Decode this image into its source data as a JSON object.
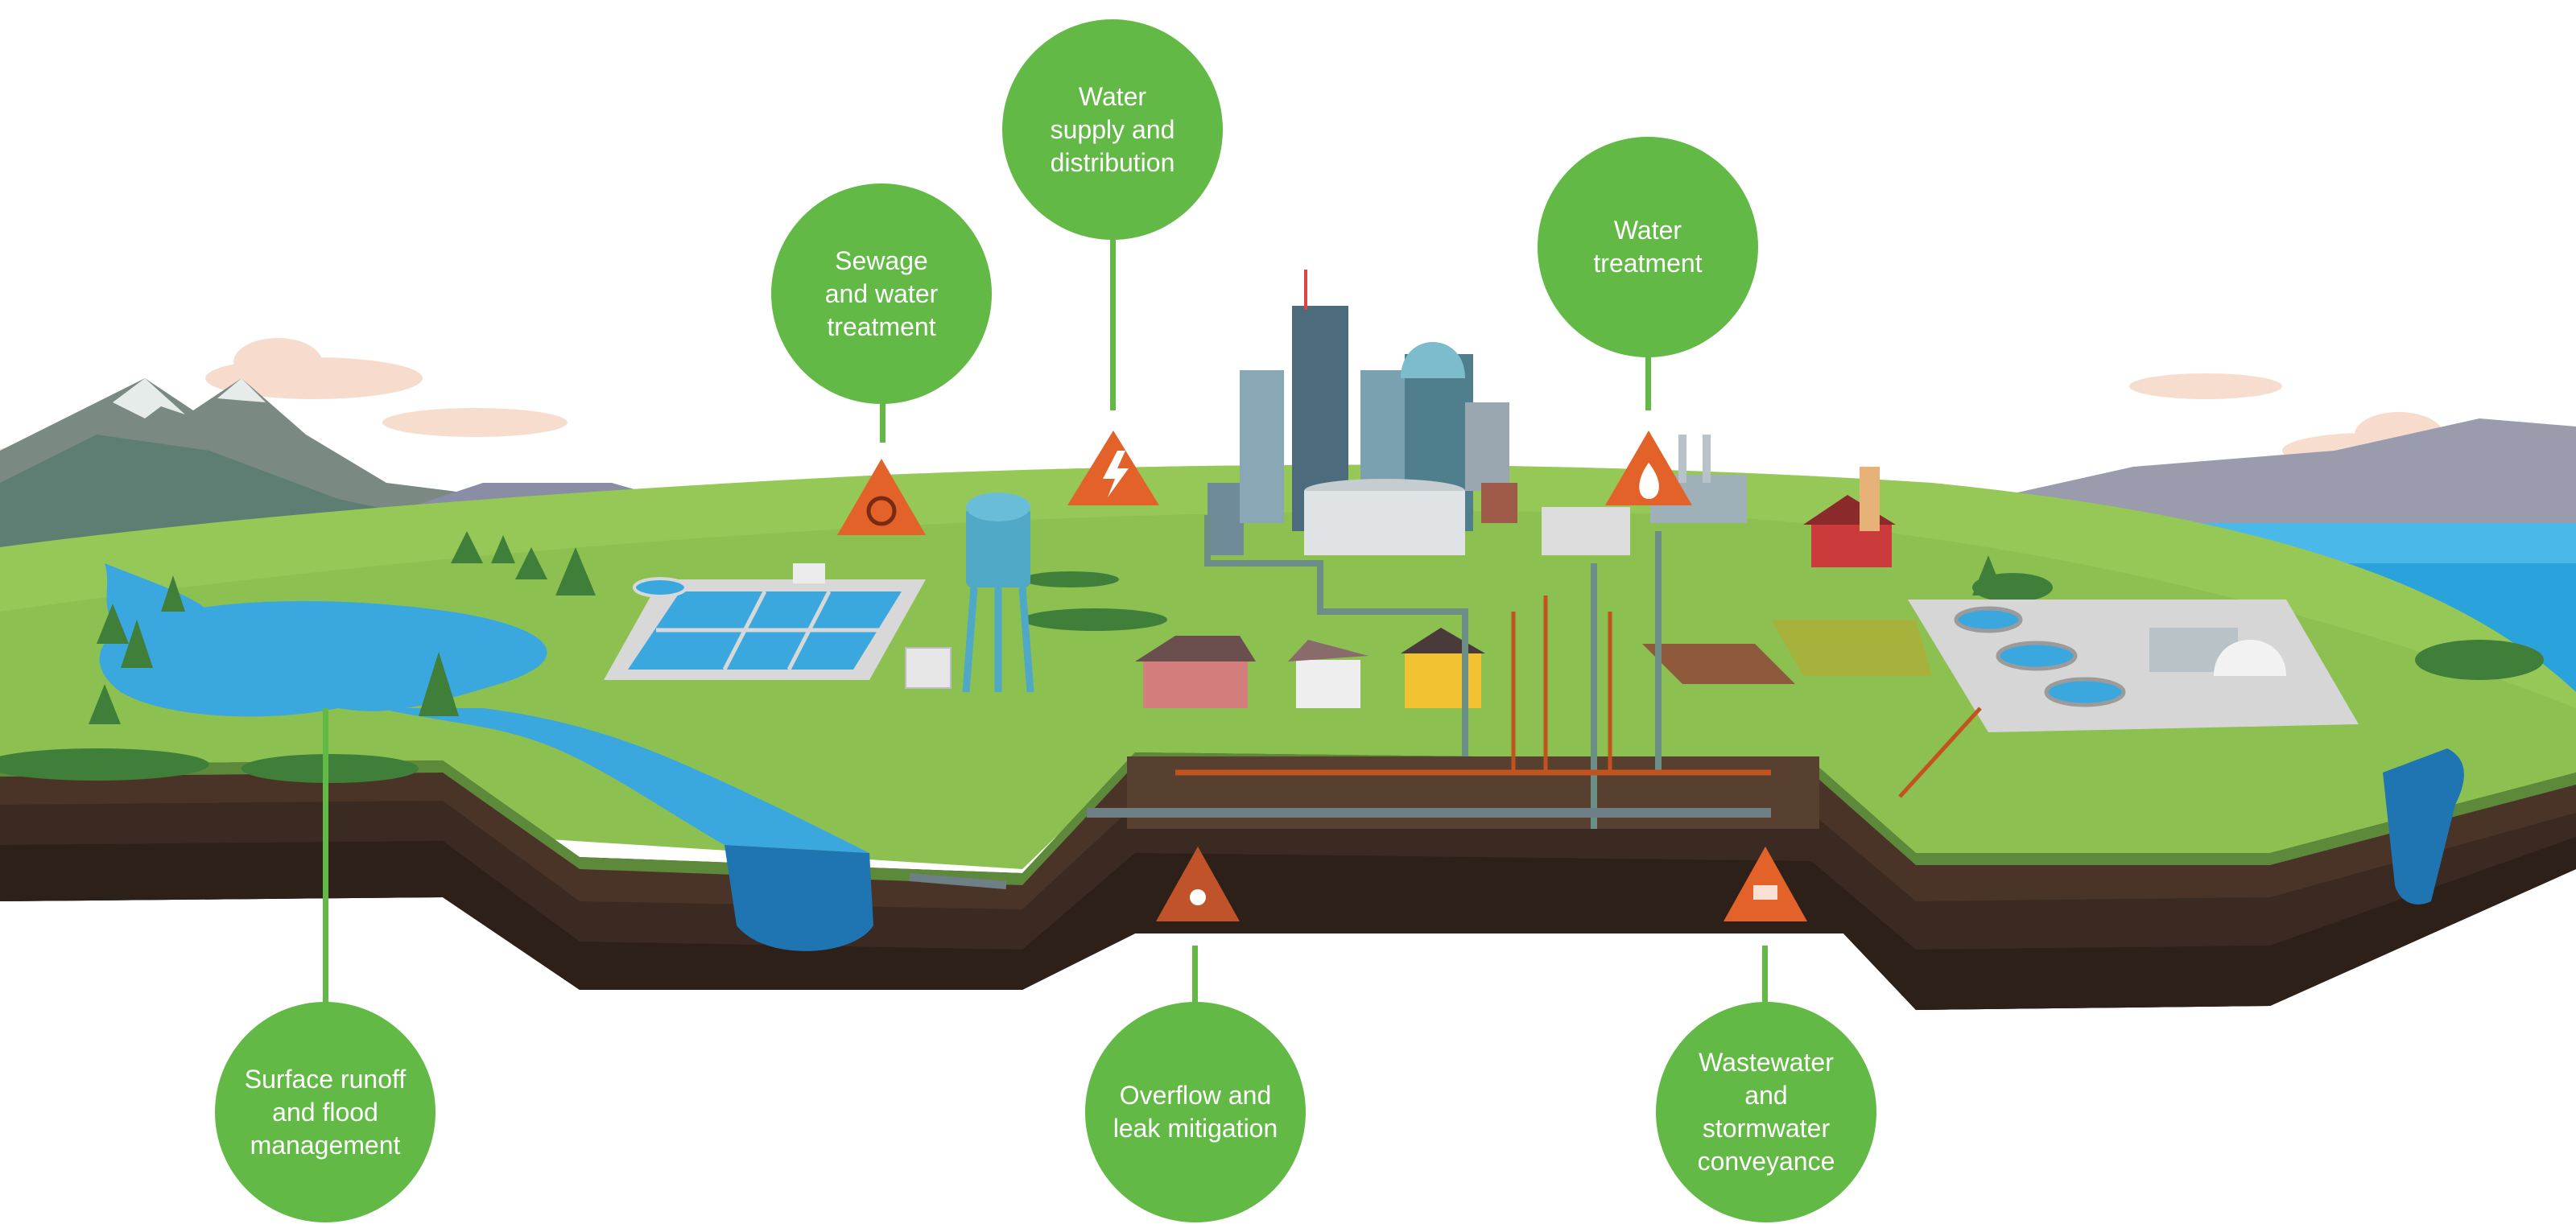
{
  "colors": {
    "accent_green": "#62b946",
    "hazard_orange": "#e2622a",
    "hazard_dark": "#9e3a1c",
    "grass": "#8cc152",
    "water": "#3aa8de",
    "soil": "#3e2c22"
  },
  "callouts": {
    "sewage": {
      "label": "Sewage\nand water\ntreatment"
    },
    "supply": {
      "label": "Water\nsupply and\ndistribution"
    },
    "treatment": {
      "label": "Water\ntreatment"
    },
    "runoff": {
      "label": "Surface runoff\nand flood\nmanagement"
    },
    "overflow": {
      "label": "Overflow and\nleak mitigation"
    },
    "conveyance": {
      "label": "Wastewater\nand\nstormwater\nconveyance"
    }
  },
  "hazards": [
    {
      "icon": "biohazard-icon"
    },
    {
      "icon": "lightning-icon"
    },
    {
      "icon": "fire-icon"
    },
    {
      "icon": "leak-icon"
    },
    {
      "icon": "pipe-burst-icon"
    }
  ]
}
